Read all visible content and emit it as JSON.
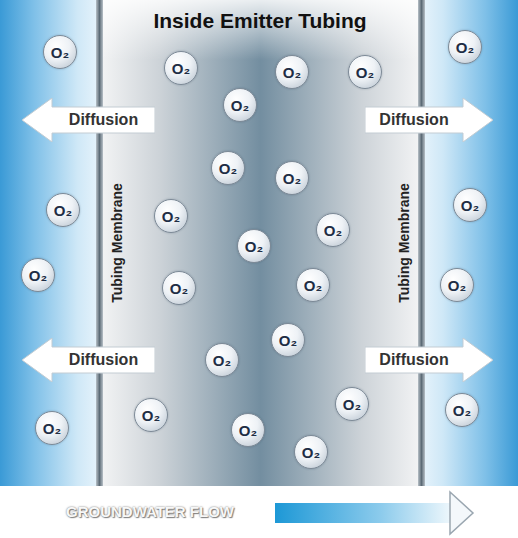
{
  "diagram": {
    "title": "Inside Emitter Tubing",
    "nodes": [
      {
        "text": [
          "O₂"
        ]
      },
      {
        "text": [
          "O₂"
        ]
      },
      {
        "text": [
          "O₂"
        ]
      },
      {
        "text": [
          "O₂"
        ]
      },
      {
        "text": [
          "O₂"
        ]
      },
      {
        "text": [
          "O₂"
        ]
      },
      {
        "text": [
          "Diffusion"
        ]
      },
      {
        "text": [
          "Diffusion"
        ]
      },
      {
        "text": [
          "O₂"
        ]
      },
      {
        "text": [
          "O₂"
        ]
      },
      {
        "text": [
          "O₂"
        ]
      },
      {
        "text": [
          "O₂"
        ]
      },
      {
        "text": [
          "O₂"
        ]
      },
      {
        "text": [
          "O₂"
        ]
      },
      {
        "text": [
          "O₂"
        ]
      },
      {
        "text": [
          "O₂"
        ]
      },
      {
        "text": [
          "O₂"
        ]
      },
      {
        "text": [
          "O₂"
        ]
      },
      {
        "text": [
          "O₂"
        ]
      },
      {
        "text": [
          "O₂"
        ]
      },
      {
        "text": [
          "Diffusion"
        ]
      },
      {
        "text": [
          "O₂"
        ]
      },
      {
        "text": [
          "Diffusion"
        ]
      },
      {
        "text": [
          "O₂"
        ]
      },
      {
        "text": [
          "O₂"
        ]
      },
      {
        "text": [
          "O₂"
        ]
      },
      {
        "text": [
          "O₂"
        ]
      },
      {
        "text": [
          "O₂"
        ]
      },
      {
        "text": [
          "O₂"
        ]
      }
    ],
    "labels": [
      "Tubing Membrane",
      "Tubing Membrane",
      "GROUNDWATER FLOW"
    ]
  }
}
